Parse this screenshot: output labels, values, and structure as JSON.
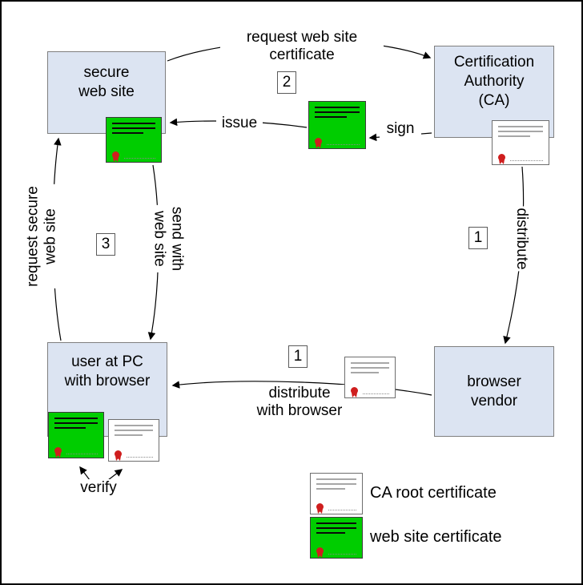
{
  "diagram": {
    "nodes": {
      "secure_web_site": "secure\nweb site",
      "certification_authority": "Certification\nAuthority\n(CA)",
      "user_at_pc": "user at PC\nwith browser",
      "browser_vendor": "browser\nvendor"
    },
    "edges": {
      "request_web_site_certificate": "request web site\ncertificate",
      "issue": "issue",
      "sign": "sign",
      "distribute": "distribute",
      "distribute_with_browser": "distribute\nwith browser",
      "send_with_web_site": "send with\nweb site",
      "request_secure_web_site": "request secure\nweb site",
      "verify": "verify"
    },
    "steps": {
      "step2": "2",
      "step1_right": "1",
      "step3": "3",
      "step1_bottom": "1"
    },
    "legend": {
      "ca_root_certificate": "CA root certificate",
      "web_site_certificate": "web site certificate"
    },
    "colors": {
      "node_fill": "#dce4f2",
      "node_border": "#7f7f7f",
      "certificate_green": "#00cd00",
      "seal_red": "#cf1e1e",
      "arrow_black": "#000000"
    }
  }
}
